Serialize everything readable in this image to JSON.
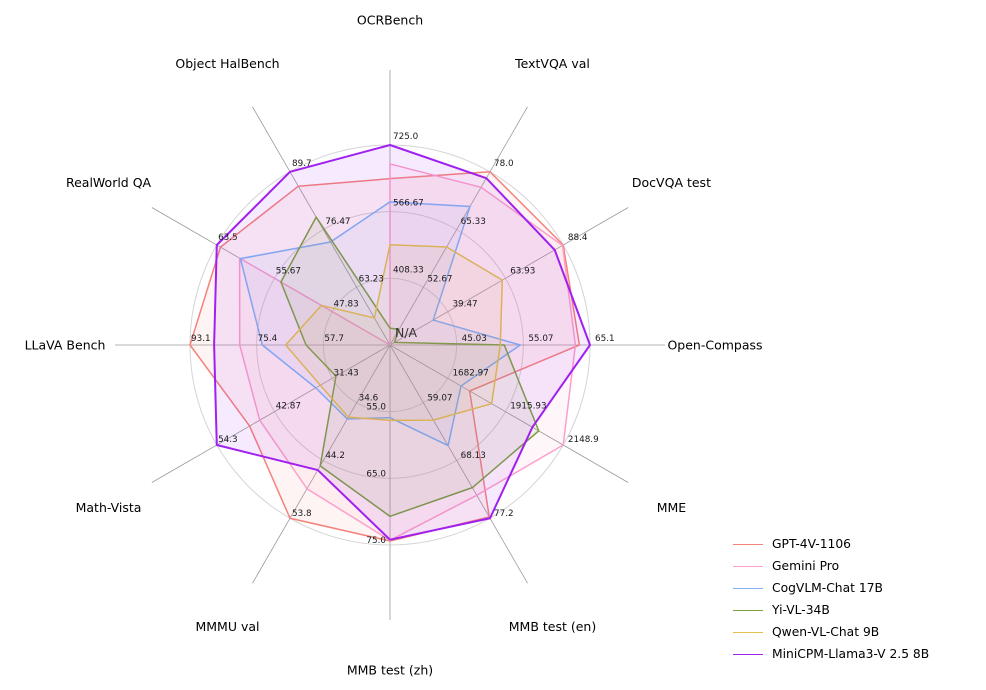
{
  "chart_data": {
    "type": "radar",
    "title": "",
    "center_label": "N/A",
    "grid": true,
    "legend_position": "lower right",
    "axes": [
      {
        "label": "OCRBench",
        "min": 250,
        "max": 725,
        "ticks": [
          "408.33",
          "566.67",
          "725.0"
        ]
      },
      {
        "label": "TextVQA val",
        "min": 40,
        "max": 78.0,
        "ticks": [
          "52.67",
          "65.33",
          "78.0"
        ]
      },
      {
        "label": "DocVQA test",
        "min": 15,
        "max": 88.4,
        "ticks": [
          "39.47",
          "63.93",
          "88.4"
        ]
      },
      {
        "label": "Open-Compass",
        "min": 35,
        "max": 65.1,
        "ticks": [
          "45.03",
          "55.07",
          "65.1"
        ]
      },
      {
        "label": "MME",
        "min": 1450,
        "max": 2148.9,
        "ticks": [
          "1682.97",
          "1915.93",
          "2148.9"
        ]
      },
      {
        "label": "MMB test (en)",
        "min": 50,
        "max": 77.2,
        "ticks": [
          "59.07",
          "68.13",
          "77.2"
        ]
      },
      {
        "label": "MMB test (zh)",
        "min": 45,
        "max": 75.0,
        "ticks": [
          "55.0",
          "65.0",
          "75.0"
        ]
      },
      {
        "label": "MMMU val",
        "min": 25,
        "max": 53.8,
        "ticks": [
          "34.6",
          "44.2",
          "53.8"
        ]
      },
      {
        "label": "Math-Vista",
        "min": 20,
        "max": 54.3,
        "ticks": [
          "31.43",
          "42.87",
          "54.3"
        ]
      },
      {
        "label": "LLaVA Bench",
        "min": 40,
        "max": 93.1,
        "ticks": [
          "57.7",
          "75.4",
          "93.1"
        ]
      },
      {
        "label": "RealWorld QA",
        "min": 40,
        "max": 63.5,
        "ticks": [
          "47.83",
          "55.67",
          "63.5"
        ]
      },
      {
        "label": "Object HalBench",
        "min": 50,
        "max": 89.7,
        "ticks": [
          "63.23",
          "76.47",
          "89.7"
        ]
      }
    ],
    "series": [
      {
        "name": "GPT-4V-1106",
        "color": "#f4827b",
        "line_width": 1.5,
        "values": [
          645,
          78.0,
          88.4,
          63.5,
          1771.5,
          77.0,
          74.4,
          53.8,
          47.8,
          93.1,
          63.0,
          86.4
        ]
      },
      {
        "name": "Gemini Pro",
        "color": "#fc9fcb",
        "line_width": 1.5,
        "values": [
          680,
          74.6,
          88.1,
          62.9,
          2148.9,
          73.6,
          74.3,
          48.9,
          45.8,
          79.9,
          60.4,
          null
        ]
      },
      {
        "name": "CogVLM-Chat 17B",
        "color": "#80b1f2",
        "line_width": 1.5,
        "values": [
          590,
          70.4,
          33.3,
          54.6,
          1736.6,
          65.8,
          55.9,
          37.3,
          34.7,
          73.9,
          60.3,
          73.6
        ]
      },
      {
        "name": "Yi-VL-34B",
        "color": "#7aa13e",
        "line_width": 1.5,
        "values": [
          290,
          43.4,
          16.9,
          52.2,
          2050.2,
          72.4,
          70.7,
          45.1,
          30.7,
          62.3,
          54.8,
          79.3
        ]
      },
      {
        "name": "Qwen-VL-Chat 9B",
        "color": "#e1c04b",
        "line_width": 1.5,
        "values": [
          488,
          61.5,
          62.6,
          51.6,
          1860.0,
          61.8,
          56.3,
          37.0,
          33.8,
          67.7,
          49.3,
          56.2
        ]
      },
      {
        "name": "MiniCPM-Llama3-V 2.5 8B",
        "color": "#a020f0",
        "line_width": 2.0,
        "values": [
          725,
          76.6,
          84.8,
          65.1,
          2024.6,
          77.2,
          74.2,
          45.8,
          54.3,
          86.7,
          63.5,
          89.7
        ]
      }
    ]
  }
}
